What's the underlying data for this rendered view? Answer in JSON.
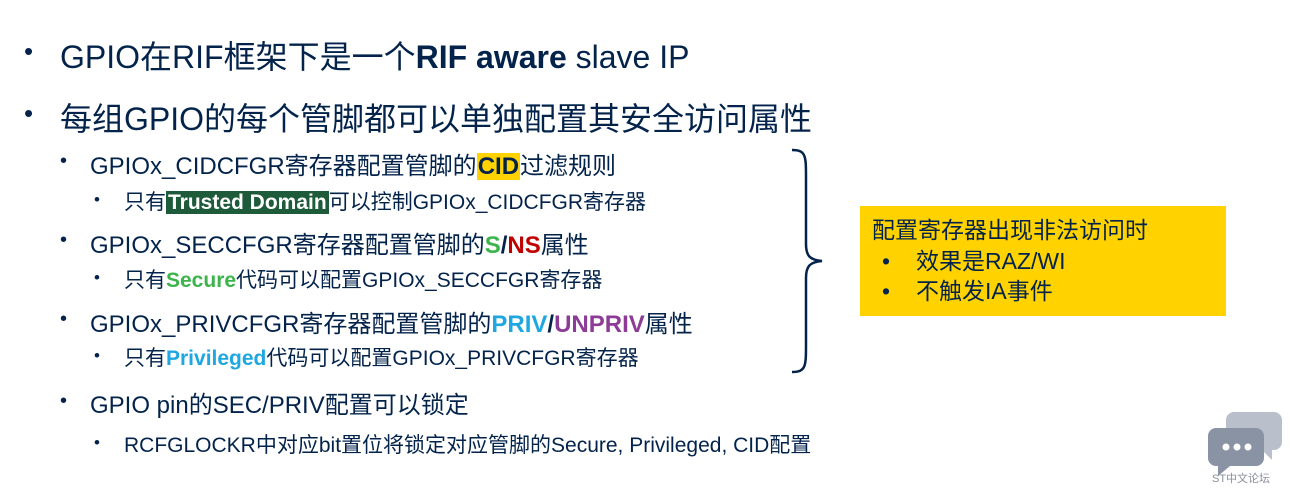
{
  "bullets": {
    "b1": {
      "pre": "GPIO在RIF框架下是一个",
      "bold": "RIF aware",
      "post": " slave IP"
    },
    "b2": {
      "text": "每组GPIO的每个管脚都可以单独配置其安全访问属性"
    },
    "s1": {
      "pre": "GPIOx_CIDCFGR寄存器配置管脚的",
      "hl": "CID",
      "post": "过滤规则"
    },
    "s1a": {
      "pre": "只有",
      "hl": "Trusted Domain",
      "post": "可以控制GPIOx_CIDCFGR寄存器"
    },
    "s2": {
      "pre": "GPIOx_SECCFGR寄存器配置管脚的",
      "s": "S",
      "slash": "/",
      "ns": "NS",
      "post": "属性"
    },
    "s2a": {
      "pre": "只有",
      "hl": "Secure",
      "post": "代码可以配置GPIOx_SECCFGR寄存器"
    },
    "s3": {
      "pre": "GPIOx_PRIVCFGR寄存器配置管脚的",
      "priv": "PRIV",
      "slash": "/",
      "unpriv": "UNPRIV",
      "post": "属性"
    },
    "s3a": {
      "pre": "只有",
      "hl": "Privileged",
      "post": "代码可以配置GPIOx_PRIVCFGR寄存器"
    },
    "s4": {
      "text": "GPIO pin的SEC/PRIV配置可以锁定"
    },
    "s4a": {
      "text": "RCFGLOCKR中对应bit置位将锁定对应管脚的Secure, Privileged, CID配置"
    }
  },
  "bullet_char": "•",
  "note": {
    "title": "配置寄存器出现非法访问时",
    "items": [
      "效果是RAZ/WI",
      "不触发IA事件"
    ]
  },
  "logo": {
    "text": "ST中文论坛",
    "icon": "chat-bubbles-icon"
  },
  "colors": {
    "text": "#03234b",
    "highlight": "#ffd200",
    "trusted": "#1e5b3b",
    "secure": "#3cb44b",
    "nonsecure": "#c00000",
    "priv": "#1ea7e1",
    "unpriv": "#8c3c96"
  }
}
